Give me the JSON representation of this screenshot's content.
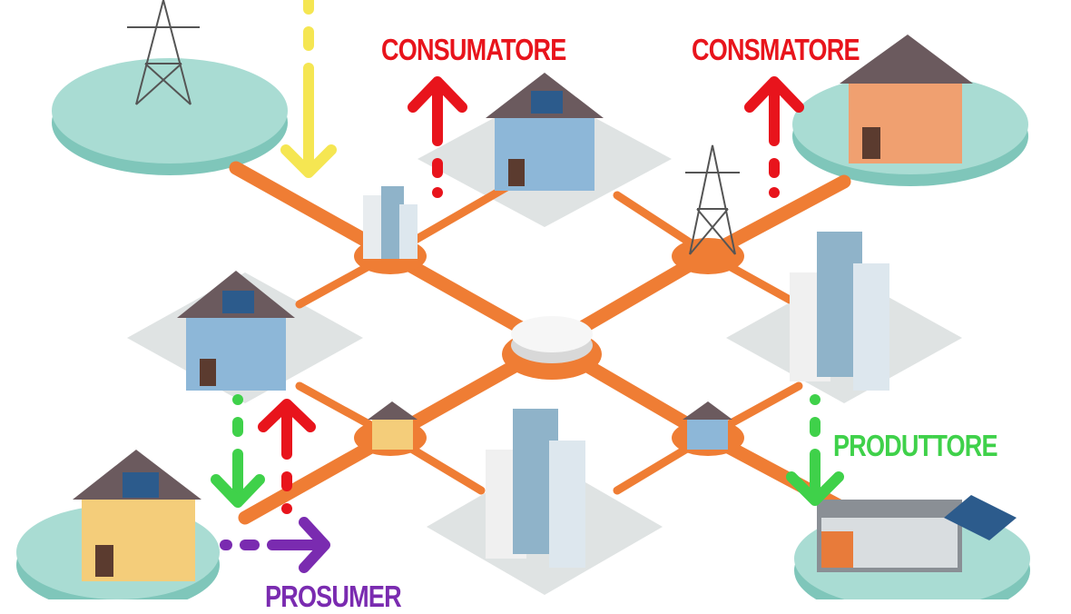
{
  "labels": {
    "consumer_1": "CONSUMATORE",
    "consumer_2": "CONSMATORE",
    "producer": "PRODUTTORE",
    "prosumer": "PROSUMER"
  },
  "colors": {
    "grid_line": "#ef7d34",
    "platform": "#a9dcd3",
    "consumer": "#e8141c",
    "producer": "#3fd14a",
    "prosumer": "#7a2bb0",
    "grid_input": "#f5e652"
  }
}
